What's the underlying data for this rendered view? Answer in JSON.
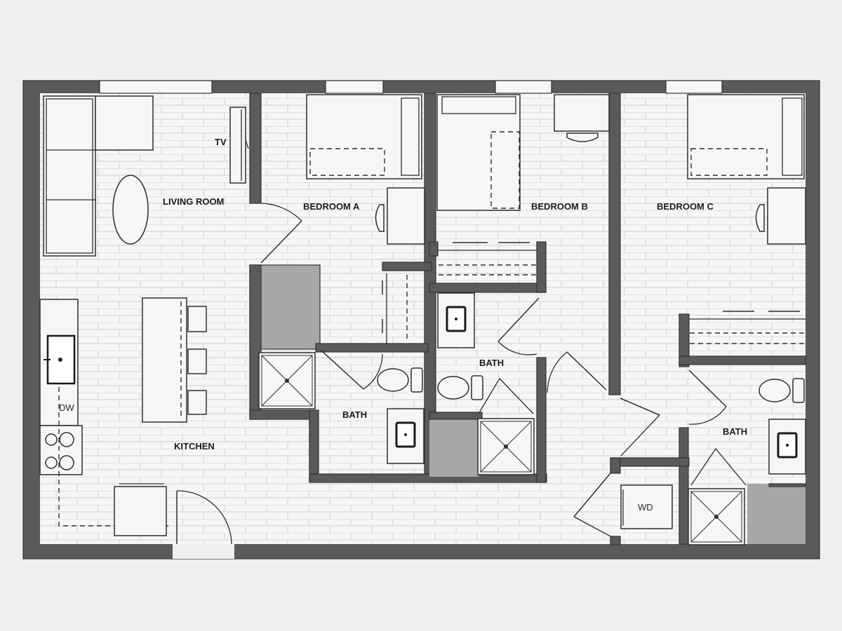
{
  "plan": {
    "rooms": {
      "living_room": "LIVING ROOM",
      "bedroom_a": "BEDROOM A",
      "bedroom_b": "BEDROOM B",
      "bedroom_c": "BEDROOM C",
      "kitchen": "KITCHEN",
      "bath_a": "BATH",
      "bath_b": "BATH",
      "bath_c": "BATH"
    },
    "fixtures": {
      "tv": "TV",
      "dishwasher": "DW",
      "washer_dryer": "WD"
    }
  },
  "colors": {
    "background": "#f1eeee",
    "wall": "#5a5a5a",
    "floor": "#f7f6f6",
    "brick_lines": "#cfcfcf",
    "poche": "#a7a7a7"
  }
}
